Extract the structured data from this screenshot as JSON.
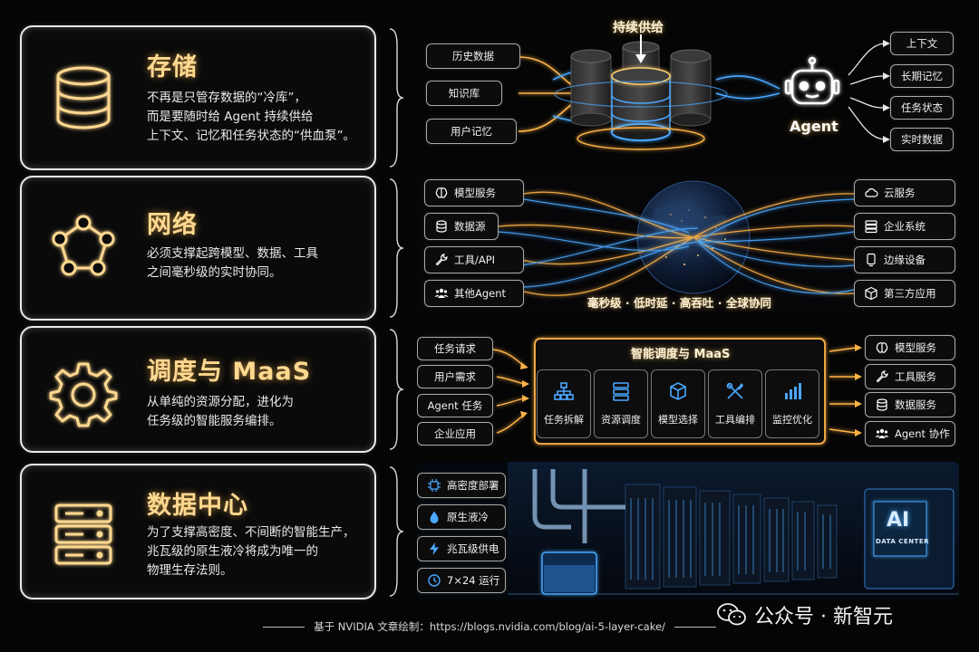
{
  "layers": [
    {
      "title": "存储",
      "desc": [
        "不再是只管存数据的“冷库”，",
        "而是要随时给 Agent 持续供给",
        "上下文、记忆和任务状态的“供血泵”。"
      ]
    },
    {
      "title": "网络",
      "desc": [
        "必须支撑起跨模型、数据、工具",
        "之间毫秒级的实时协同。"
      ]
    },
    {
      "title": "调度与 MaaS",
      "desc": [
        "从单纯的资源分配，进化为",
        "任务级的智能服务编排。"
      ]
    },
    {
      "title": "数据中心",
      "desc": [
        "为了支撑高密度、不间断的智能生产，",
        "兆瓦级的原生液冷将成为唯一的",
        "物理生存法则。"
      ]
    }
  ],
  "storage": {
    "inputs": [
      "历史数据",
      "知识库",
      "用户记忆"
    ],
    "supply_label": "持续供给",
    "agent_label": "Agent",
    "outputs": [
      "上下文",
      "长期记忆",
      "任务状态",
      "实时数据"
    ]
  },
  "network": {
    "left": [
      "模型服务",
      "数据源",
      "工具/API",
      "其他Agent"
    ],
    "right": [
      "云服务",
      "企业系统",
      "边缘设备",
      "第三方应用"
    ],
    "caption": "毫秒级 · 低时延 · 高吞吐 · 全球协同"
  },
  "scheduling": {
    "inputs": [
      "任务请求",
      "用户需求",
      "Agent 任务",
      "企业应用"
    ],
    "hub_title": "智能调度与 MaaS",
    "nodes": [
      "任务拆解",
      "资源调度",
      "模型选择",
      "工具编排",
      "监控优化"
    ],
    "outputs": [
      "模型服务",
      "工具服务",
      "数据服务",
      "Agent 协作"
    ]
  },
  "datacenter": {
    "features": [
      "高密度部署",
      "原生液冷",
      "兆瓦级供电",
      "7×24 运行"
    ],
    "sign_big": "AI",
    "sign_small": "DATA CENTER"
  },
  "footer": {
    "text": "基于 NVIDIA 文章绘制：https://blogs.nvidia.com/blog/ai-5-layer-cake/"
  },
  "watermark": {
    "text": "公众号 · 新智元"
  },
  "colors": {
    "accent": "#ffd890",
    "blue": "#4aa8ff",
    "gold": "#ffb347"
  }
}
